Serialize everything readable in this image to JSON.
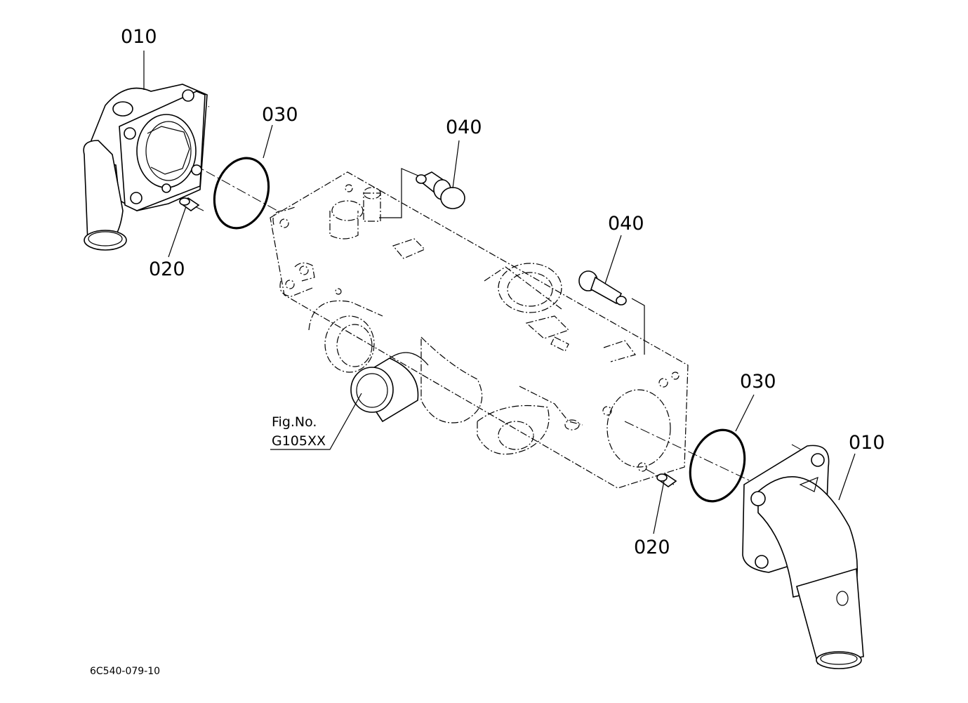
{
  "callouts": {
    "thermostat_cover_left": "010",
    "thermostat_cover_right": "010",
    "pin_left": "020",
    "pin_right": "020",
    "o_ring_left": "030",
    "o_ring_right": "030",
    "plug_top": "040",
    "plug_right": "040"
  },
  "figure_ref": {
    "line1": "Fig.No.",
    "line2": "G105XX"
  },
  "drawing_code": "6C540-079-10"
}
